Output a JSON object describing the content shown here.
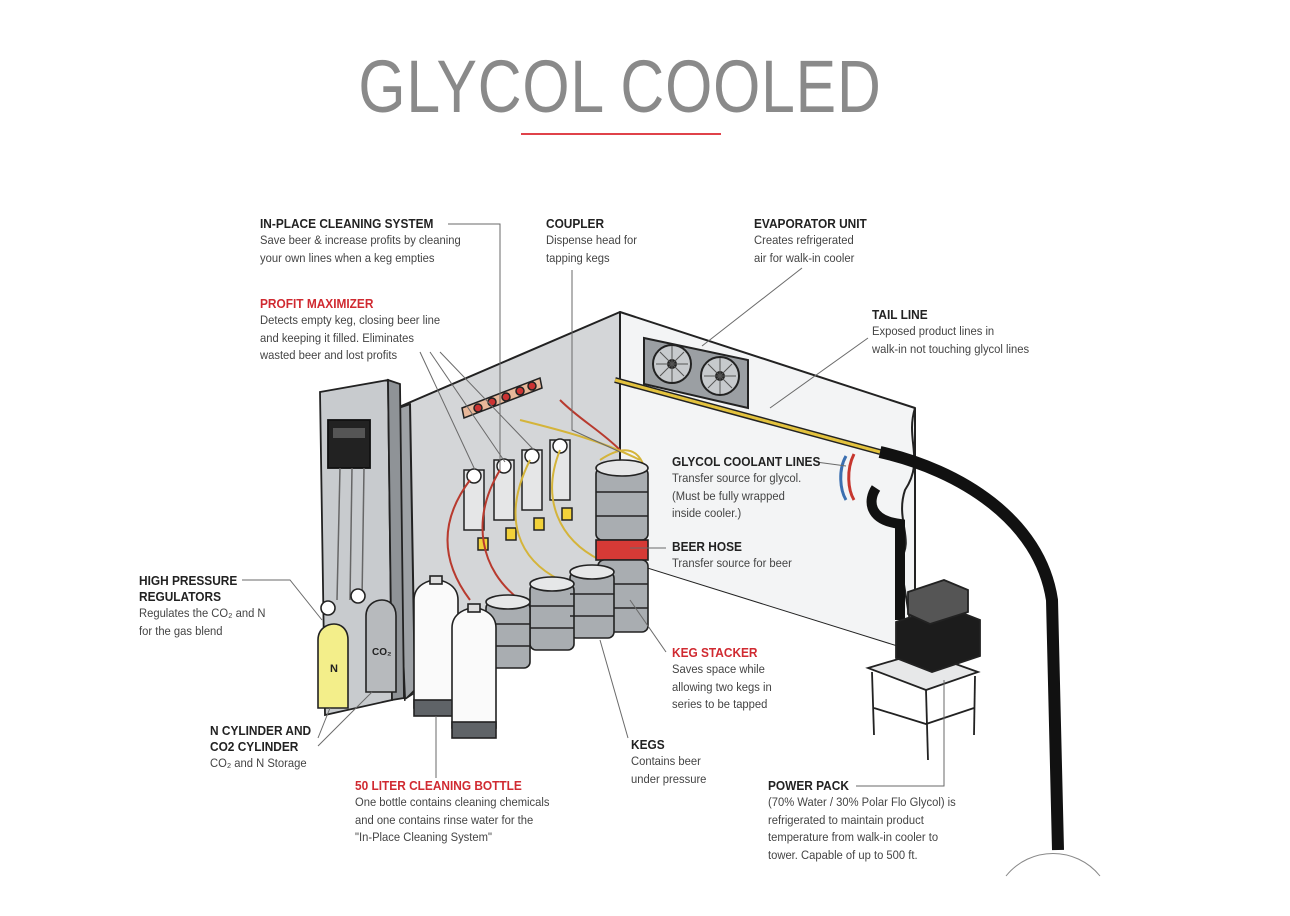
{
  "title": "GLYCOL COOLED",
  "colors": {
    "accent_red": "#d02a31",
    "title_gray": "#8a8a8a",
    "rule": "#e0424a"
  },
  "callouts": {
    "in_place_cleaning": {
      "heading": "IN-PLACE CLEANING SYSTEM",
      "desc": "Save beer & increase profits by cleaning\nyour own lines when a keg empties"
    },
    "coupler": {
      "heading": "COUPLER",
      "desc": "Dispense head for\ntapping kegs"
    },
    "evaporator": {
      "heading": "EVAPORATOR UNIT",
      "desc": "Creates refrigerated\nair for walk-in cooler"
    },
    "profit_maximizer": {
      "heading": "PROFIT MAXIMIZER",
      "desc": "Detects empty keg, closing beer line\nand keeping it filled. Eliminates\nwasted beer and lost profits"
    },
    "tail_line": {
      "heading": "TAIL LINE",
      "desc": "Exposed product lines in\nwalk-in not touching glycol lines"
    },
    "glycol_lines": {
      "heading": "GLYCOL COOLANT LINES",
      "desc": "Transfer source for glycol.\n(Must be fully wrapped\ninside cooler.)"
    },
    "beer_hose": {
      "heading": "BEER HOSE",
      "desc": "Transfer source for beer"
    },
    "high_pressure": {
      "heading": "HIGH PRESSURE\nREGULATORS",
      "desc": "Regulates the CO₂ and N\nfor the gas blend"
    },
    "keg_stacker": {
      "heading": "KEG STACKER",
      "desc": "Saves space while\nallowing two kegs in\nseries to be tapped"
    },
    "cylinders": {
      "heading": "N CYLINDER AND\nCO2 CYLINDER",
      "desc": "CO₂ and N Storage"
    },
    "kegs": {
      "heading": "KEGS",
      "desc": "Contains beer\nunder pressure"
    },
    "cleaning_bottle": {
      "heading": "50 LITER CLEANING BOTTLE",
      "desc": "One bottle contains cleaning chemicals\nand one contains rinse water for the\n\"In-Place Cleaning System\""
    },
    "power_pack": {
      "heading": "POWER PACK",
      "desc": "(70% Water / 30% Polar Flo Glycol) is\nrefrigerated to maintain product\ntemperature from walk-in cooler to\ntower. Capable of up to 500 ft."
    }
  },
  "cylinder_labels": {
    "n": "N",
    "co2": "CO₂"
  }
}
